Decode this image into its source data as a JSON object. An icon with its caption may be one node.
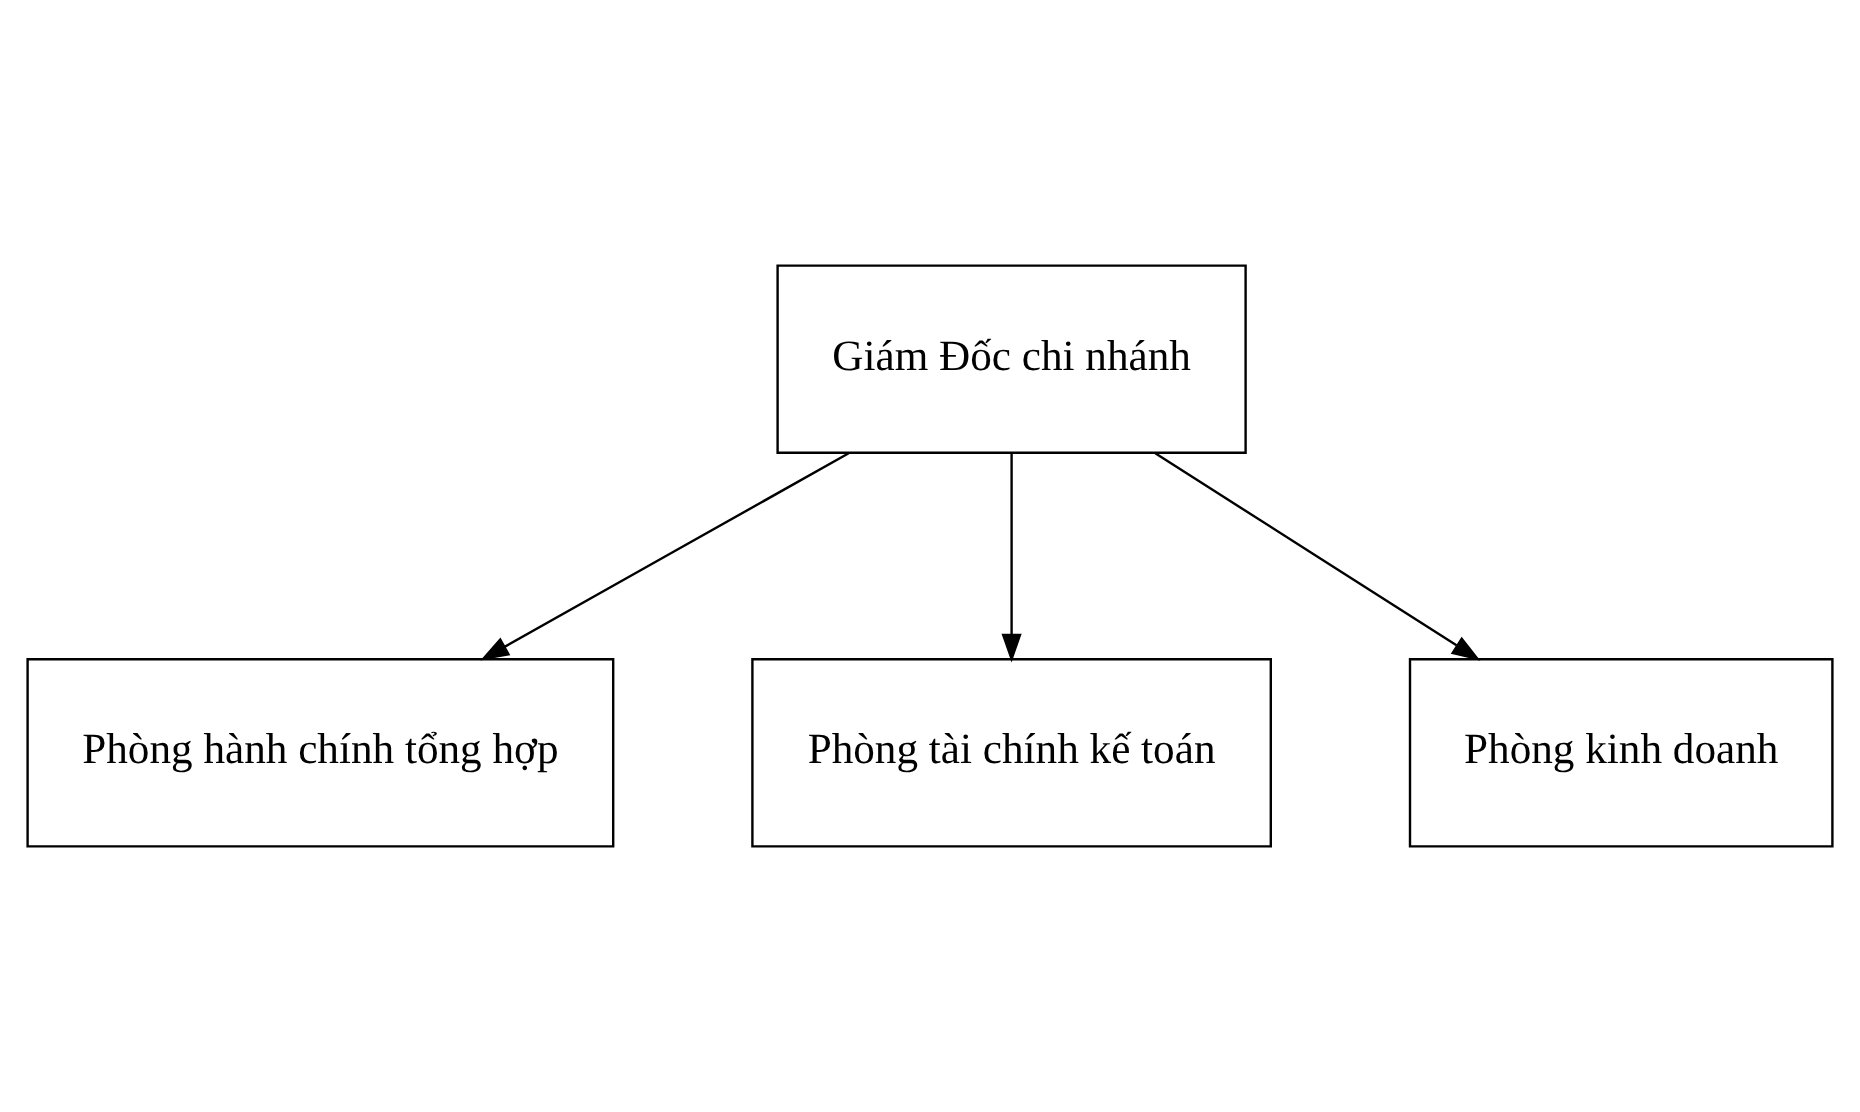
{
  "diagram": {
    "nodes": [
      {
        "text": [
          "Giám Đốc chi nhánh"
        ]
      },
      {
        "text": [
          "Phòng hành chính tổng hợp"
        ]
      },
      {
        "text": [
          "Phòng tài chính kế toán"
        ]
      },
      {
        "text": [
          "Phòng kinh doanh"
        ]
      }
    ],
    "edges": [
      {
        "from": 0,
        "to": 1,
        "arrow": "to"
      },
      {
        "from": 0,
        "to": 2,
        "arrow": "to"
      },
      {
        "from": 0,
        "to": 3,
        "arrow": "to"
      }
    ]
  }
}
